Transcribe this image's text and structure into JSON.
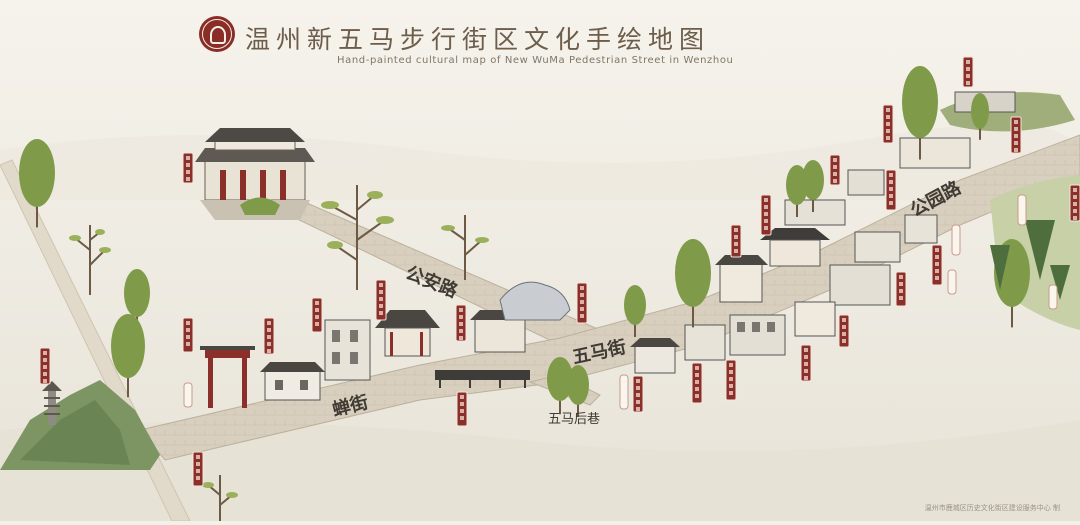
{
  "title": "温州新五马步行街区文化手绘地图",
  "subtitle": "Hand-painted cultural map of New WuMa Pedestrian Street in Wenzhou",
  "streets": {
    "gongan_road": "公安路",
    "wuma_street": "五马街",
    "chan_street": "蝉街",
    "gongyuan_road": "公园路",
    "wuma_back_lane": "五马后巷"
  },
  "credit": "温州市鹿城区历史文化街区建设服务中心 制",
  "colors": {
    "brand_red": "#8b2f2b",
    "road": "#d9d1c2",
    "tree": "#7f9b4a",
    "background": "#f3f0e8"
  },
  "icons": [
    "tree-icon",
    "building-icon",
    "pagoda-icon",
    "mountain-icon"
  ]
}
